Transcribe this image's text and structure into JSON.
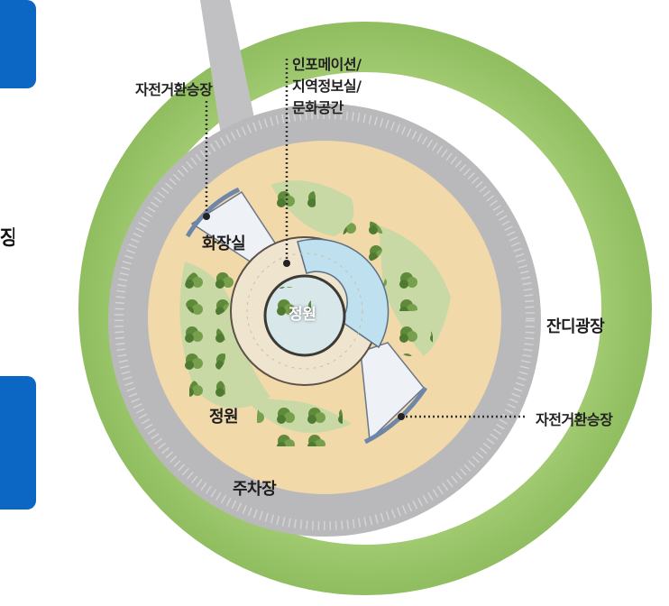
{
  "labels": {
    "bike_station_top": "자전거환승장",
    "info_line1": "인포메이션/",
    "info_line2": "지역정보실/",
    "info_line3": "문화공간",
    "restroom": "화장실",
    "center_garden": "정원",
    "lawn_plaza": "잔디광장",
    "bike_station_right": "자전거환승장",
    "garden_left": "정원",
    "parking": "주차장",
    "cut_text": "장"
  },
  "colors": {
    "tab_blue": "#0b66c4",
    "lawn_green": "#9dc66c",
    "road_gray": "#b9b9bb",
    "plaza_sand": "#f2d9aa",
    "building_white": "#eef1f6",
    "glass_blue": "#bfe0ef"
  }
}
